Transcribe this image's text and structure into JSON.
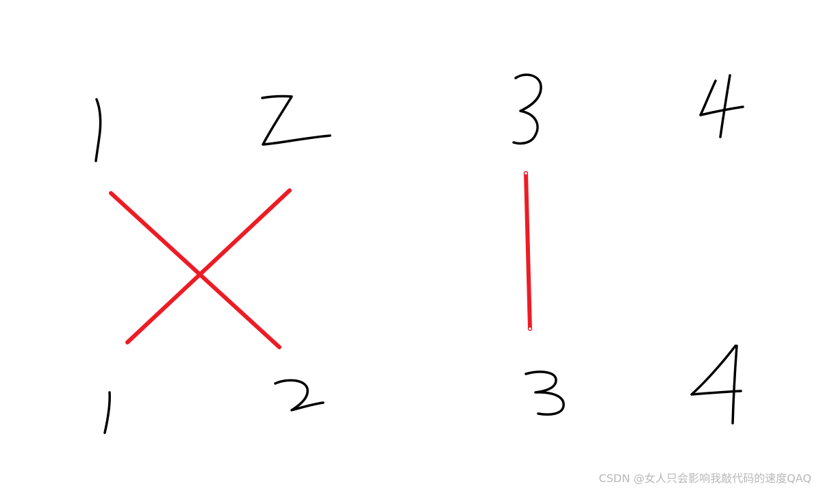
{
  "diagram": {
    "top_row": [
      {
        "label": "1"
      },
      {
        "label": "2"
      },
      {
        "label": "3"
      },
      {
        "label": "4"
      }
    ],
    "bottom_row": [
      {
        "label": "1"
      },
      {
        "label": "2"
      },
      {
        "label": "3"
      },
      {
        "label": "4"
      }
    ],
    "connections": [
      {
        "from_top": "1",
        "to_bottom": "2"
      },
      {
        "from_top": "2",
        "to_bottom": "1"
      },
      {
        "from_top": "3",
        "to_bottom": "3"
      }
    ],
    "line_color": "#ed1c24",
    "digit_color": "#000000"
  },
  "watermark": {
    "text": "CSDN @女人只会影响我敲代码的速度QAQ"
  }
}
